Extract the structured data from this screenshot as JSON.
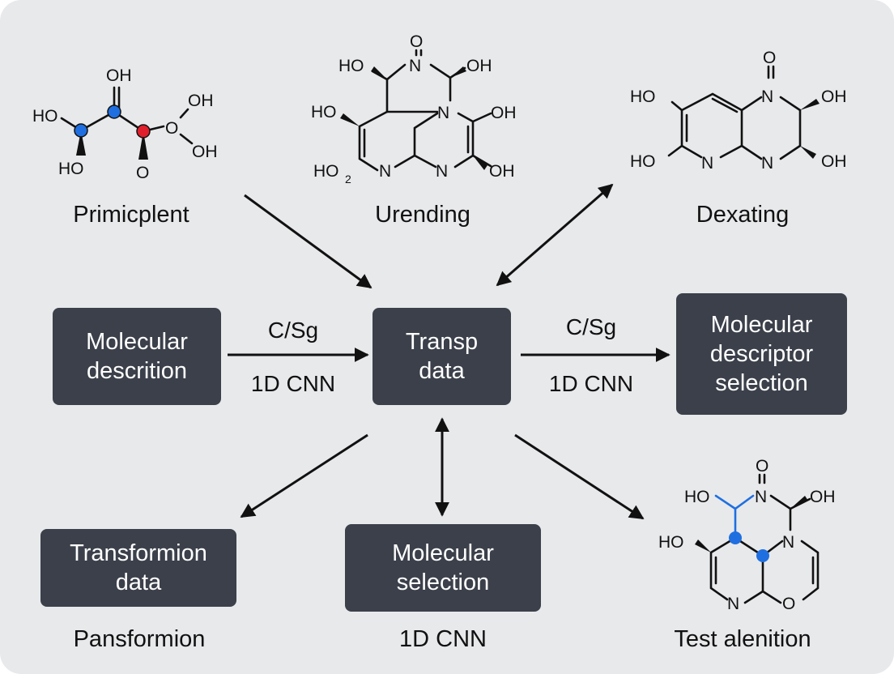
{
  "colors": {
    "background": "#e8e9eb",
    "node_fill": "#3b404a",
    "node_text": "#ffffff",
    "accent_blue": "#1f6fe0",
    "accent_red": "#e0202c"
  },
  "molecules": {
    "primicplent": {
      "caption": "Primicplent",
      "atoms": [
        "HO",
        "OH",
        "O",
        "OH",
        "HO",
        "O"
      ]
    },
    "urending": {
      "caption": "Urending",
      "atoms": [
        "O",
        "HO",
        "N",
        "OH",
        "HO",
        "N",
        "OH",
        "HO",
        "2",
        "N",
        "N",
        "OH"
      ]
    },
    "dexating": {
      "caption": "Dexating",
      "atoms": [
        "O",
        "HO",
        "N",
        "OH",
        "HO",
        "N",
        "N",
        "OH"
      ]
    },
    "test": {
      "caption": "Test alenition",
      "atoms": [
        "O",
        "HO",
        "N",
        "OH",
        "HO",
        "N",
        "N",
        "O"
      ]
    }
  },
  "nodes": {
    "molecular_description": [
      "Molecular",
      "descrition"
    ],
    "transp_data": [
      "Transp",
      "data"
    ],
    "molecular_descriptor_selection": [
      "Molecular",
      "descriptor",
      "selection"
    ],
    "transformion_data": [
      "Transformion",
      "data"
    ],
    "molecular_selection": [
      "Molecular",
      "selection"
    ]
  },
  "edge_labels": {
    "left_top": "C/Sg",
    "left_bottom": "1D CNN",
    "right_top": "C/Sg",
    "right_bottom": "1D CNN"
  },
  "bottom_labels": {
    "pansformion": "Pansformion",
    "cnn": "1D CNN"
  }
}
